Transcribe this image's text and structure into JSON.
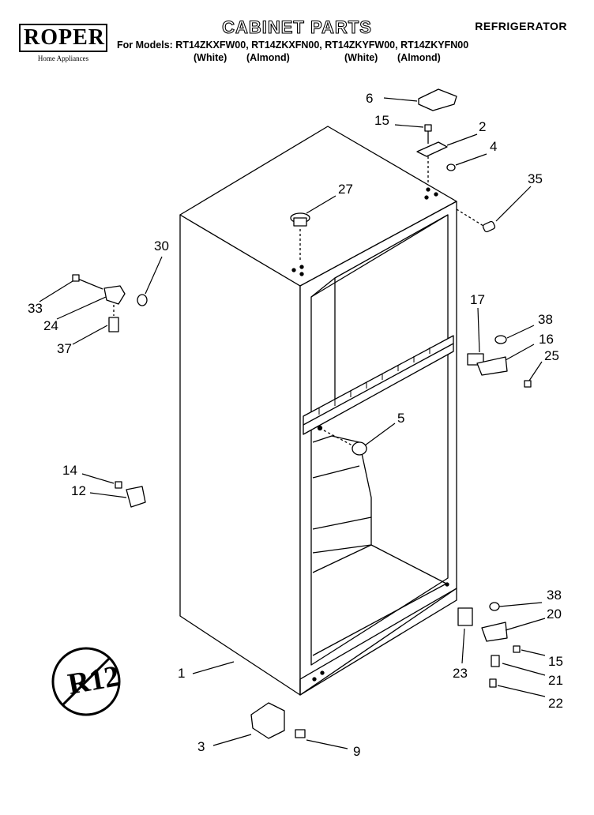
{
  "header": {
    "brand": "ROPER",
    "brand_sub": "Home Appliances",
    "title": "CABINET PARTS",
    "category": "REFRIGERATOR",
    "models_line": "For Models: RT14ZKXFW00, RT14ZKXFN00, RT14ZKYFW00, RT14ZKYFN00",
    "colors": [
      "(White)",
      "(Almond)",
      "(White)",
      "(Almond)"
    ]
  },
  "seal_text": "R12",
  "callouts": [
    "6",
    "15",
    "2",
    "4",
    "35",
    "27",
    "30",
    "33",
    "24",
    "37",
    "17",
    "38",
    "16",
    "25",
    "5",
    "14",
    "12",
    "38",
    "20",
    "15",
    "21",
    "22",
    "23",
    "1",
    "3",
    "9"
  ]
}
